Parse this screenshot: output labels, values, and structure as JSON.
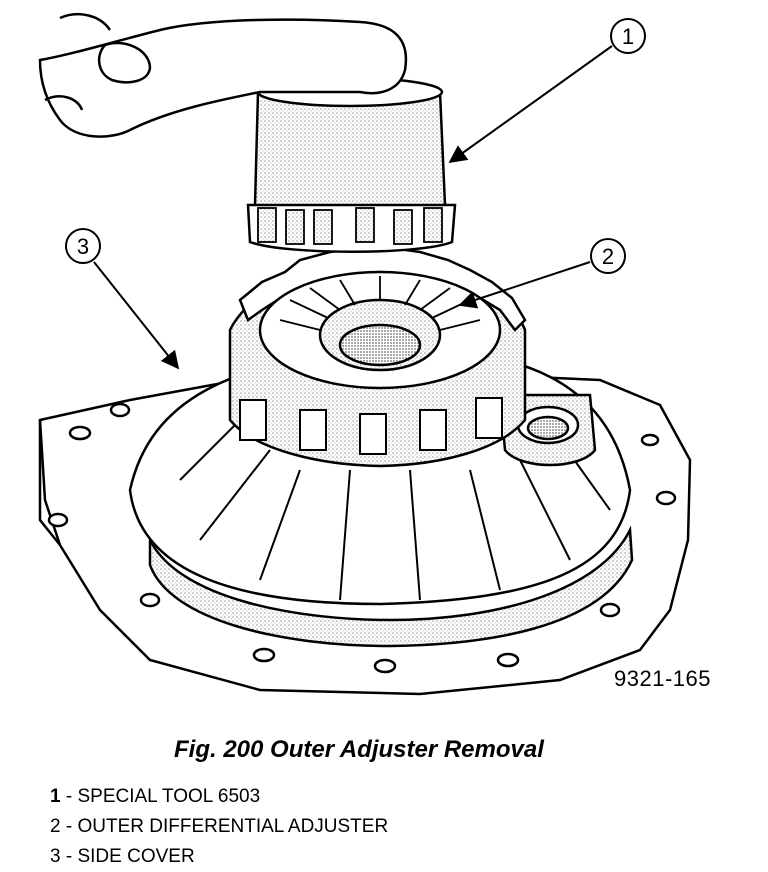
{
  "figure": {
    "id": "9321-165",
    "caption": "Fig. 200 Outer Adjuster Removal",
    "callouts": [
      "1",
      "2",
      "3"
    ]
  },
  "legend": [
    {
      "num": "1",
      "sep": " - ",
      "text": "SPECIAL TOOL 6503"
    },
    {
      "num": "2",
      "sep": " - ",
      "text": "OUTER DIFFERENTIAL ADJUSTER"
    },
    {
      "num": "3",
      "sep": " - ",
      "text": "SIDE COVER"
    }
  ],
  "colors": {
    "ink": "#000000",
    "stipple": "#9a9a9a",
    "paper": "#ffffff"
  }
}
